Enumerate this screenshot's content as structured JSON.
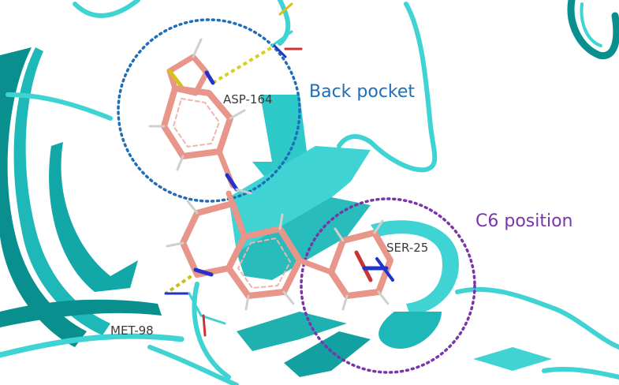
{
  "labels": {
    "back_pocket": "Back pocket",
    "c6_position": "C6 position",
    "asp": "ASP-164",
    "ser": "SER-25",
    "met": "MET-98"
  },
  "colors": {
    "back_pocket": "#1f6fb8",
    "c6_position": "#7a35a8",
    "ribbon_light": "#3fd3d3",
    "ribbon_dark": "#0a8f8f",
    "ligand": "#e8958a",
    "nitrogen": "#2233cc",
    "sulfur": "#d4c21a",
    "hbond": "#d8d020"
  }
}
